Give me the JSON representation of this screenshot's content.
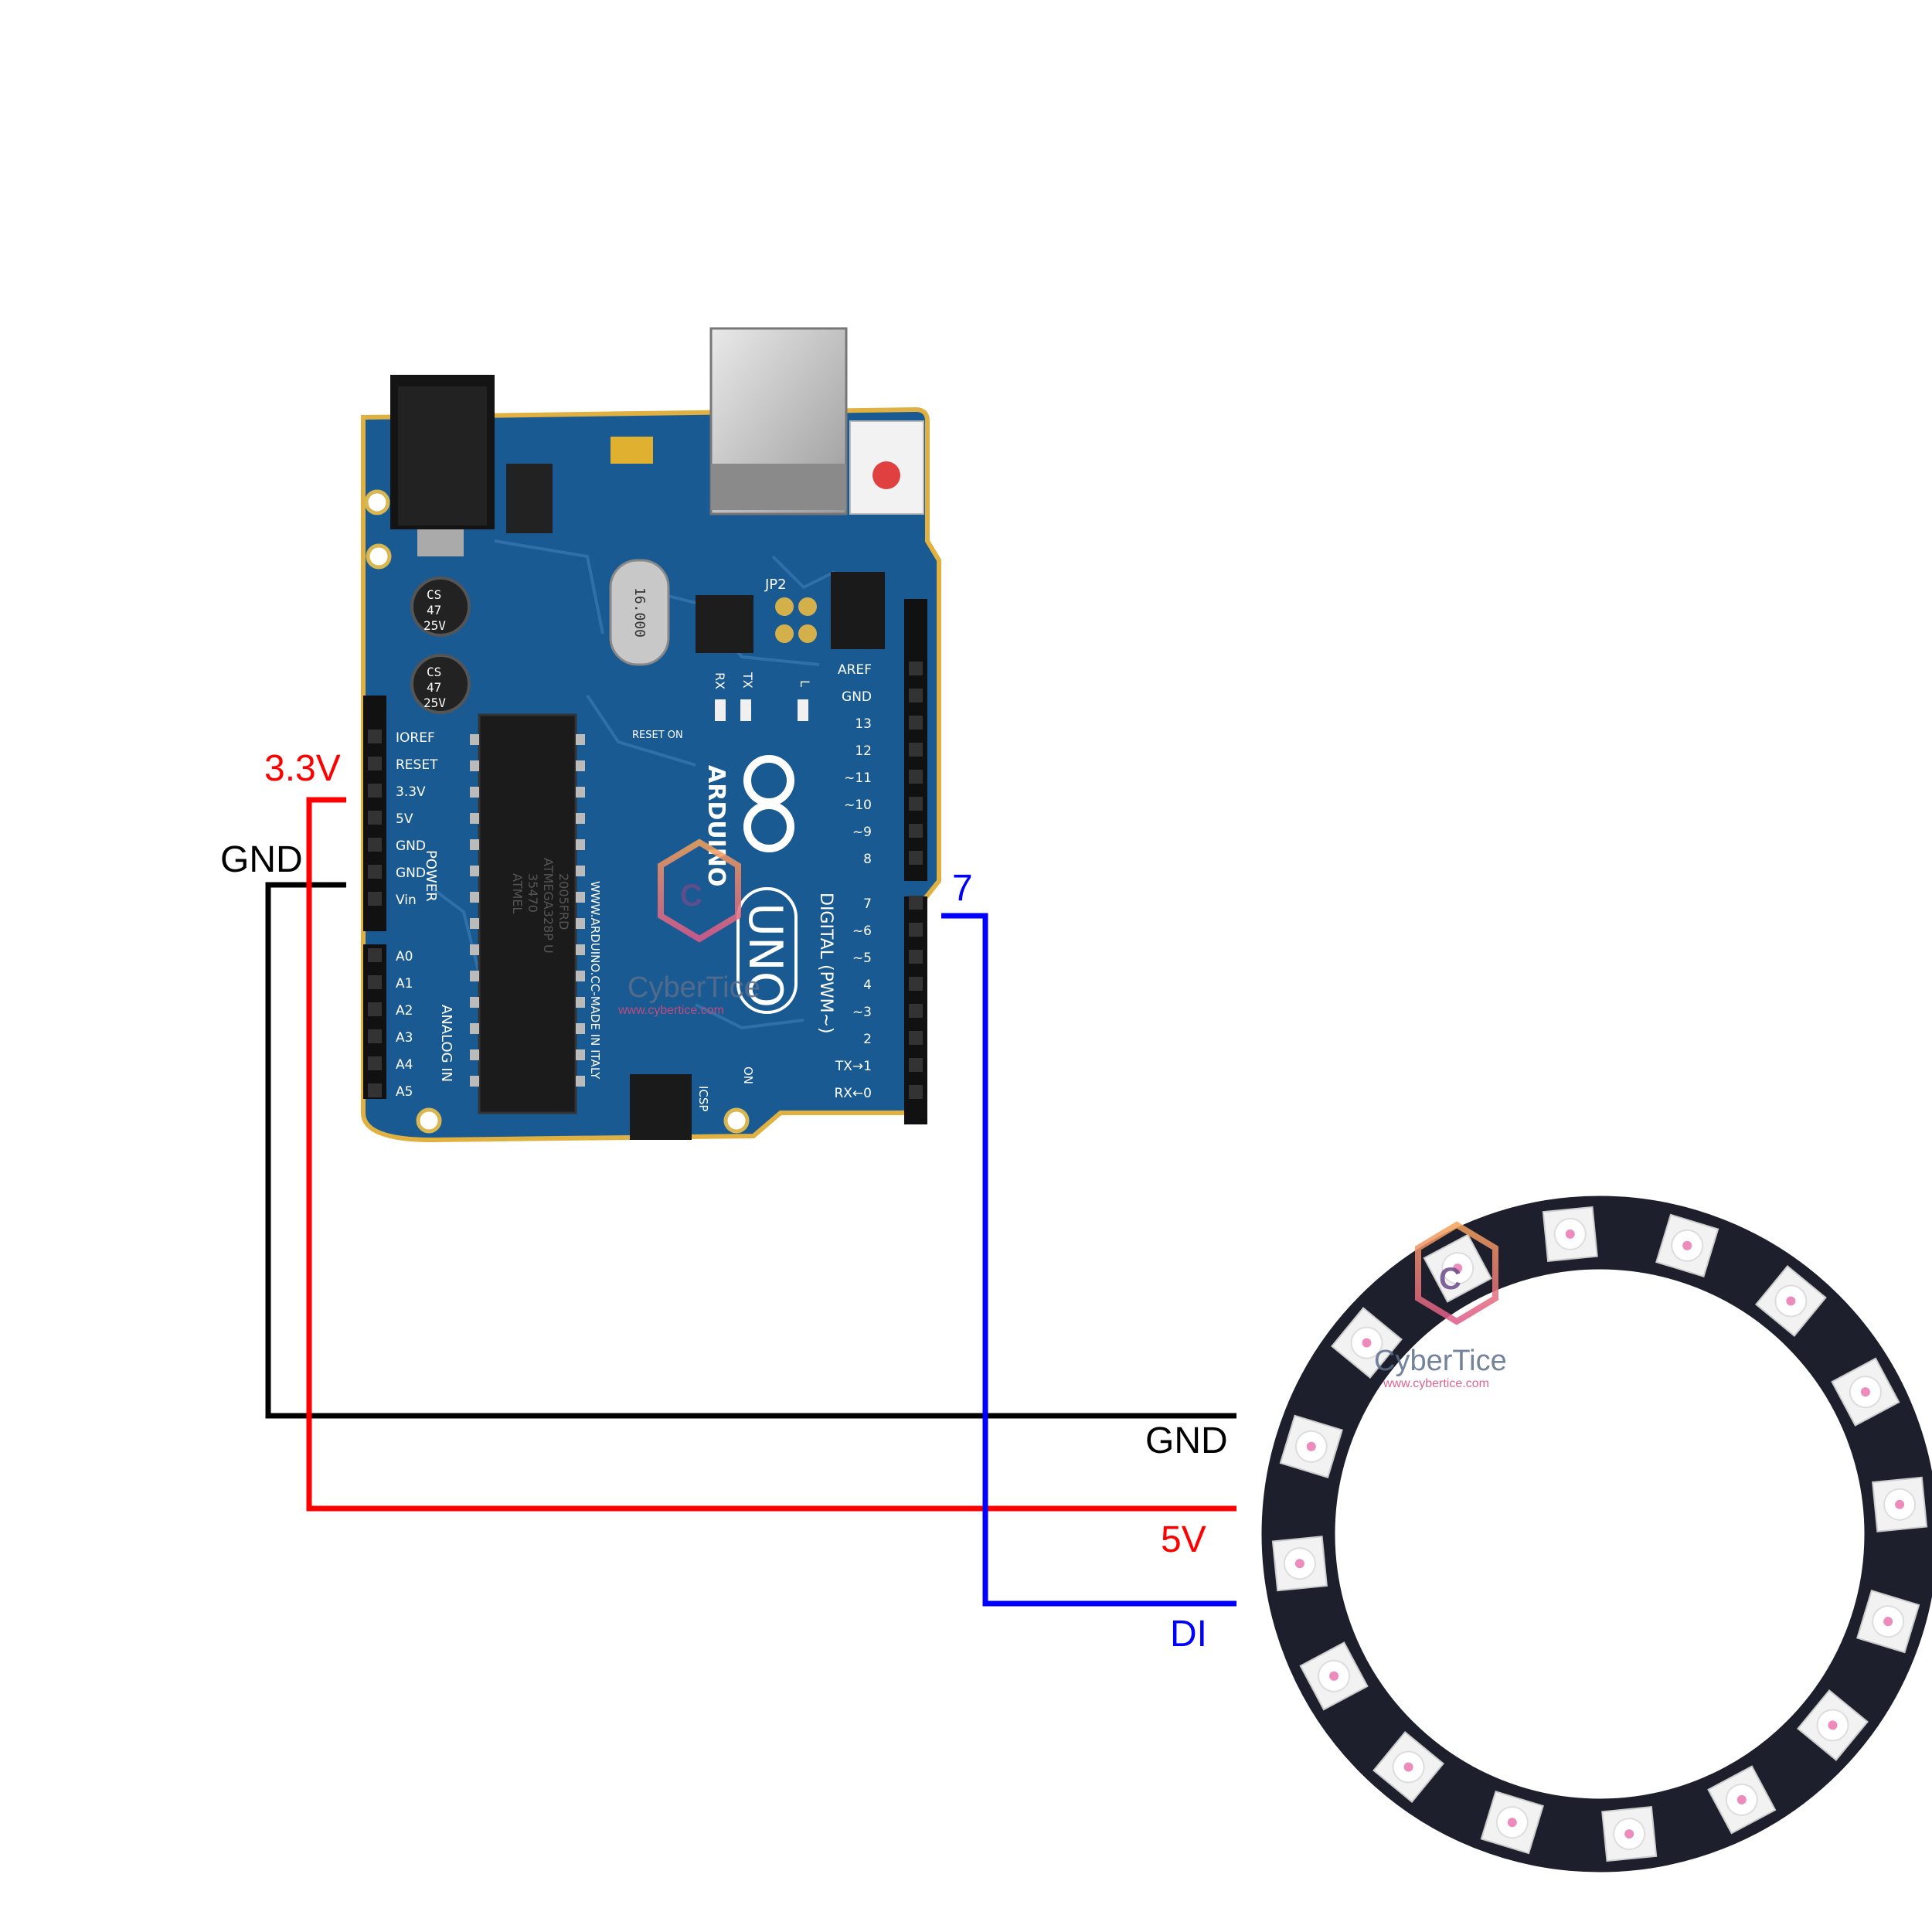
{
  "diagram": {
    "arduino_labels": {
      "power_3v3": "3.3V",
      "gnd": "GND",
      "pin_7": "7"
    },
    "ring_labels": {
      "gnd": "GND",
      "vcc_5v": "5V",
      "data_in": "DI"
    },
    "wire_colors": {
      "power": "#ff0000",
      "ground": "#000000",
      "data": "#0000ff"
    },
    "board": {
      "brand": "ARDUINO",
      "model": "UNO",
      "made_in": "WWW.ARDUINO.CC-MADE IN ITALY",
      "header_power_title": "POWER",
      "header_analog_title": "ANALOG IN",
      "header_digital_title": "DIGITAL (PWM~)",
      "power_pins": [
        "IOREF",
        "RESET",
        "3.3V",
        "5V",
        "GND",
        "GND",
        "Vin"
      ],
      "analog_pins": [
        "A0",
        "A1",
        "A2",
        "A3",
        "A4",
        "A5"
      ],
      "digital_top_pins": [
        "AREF",
        "GND",
        "13",
        "12",
        "~11",
        "~10",
        "~9",
        "8"
      ],
      "digital_bottom_pins": [
        "7",
        "~6",
        "~5",
        "4",
        "~3",
        "2",
        "TX→1",
        "RX←0"
      ],
      "capacitor_text": [
        "CS",
        "47",
        "25V"
      ],
      "crystal_text": "16.000",
      "jp2": "JP2",
      "rx": "RX",
      "tx": "TX",
      "l": "L",
      "on": "ON",
      "icsp": "ICSP",
      "reset_on": "RESET ON",
      "chip_text": [
        "ATMEL",
        "35470",
        "ATMEGA328P U",
        "2005FRD"
      ]
    },
    "watermark": {
      "brand": "CyberTice",
      "url": "www.cybertice.com"
    },
    "led_ring": {
      "led_count": 16
    }
  }
}
